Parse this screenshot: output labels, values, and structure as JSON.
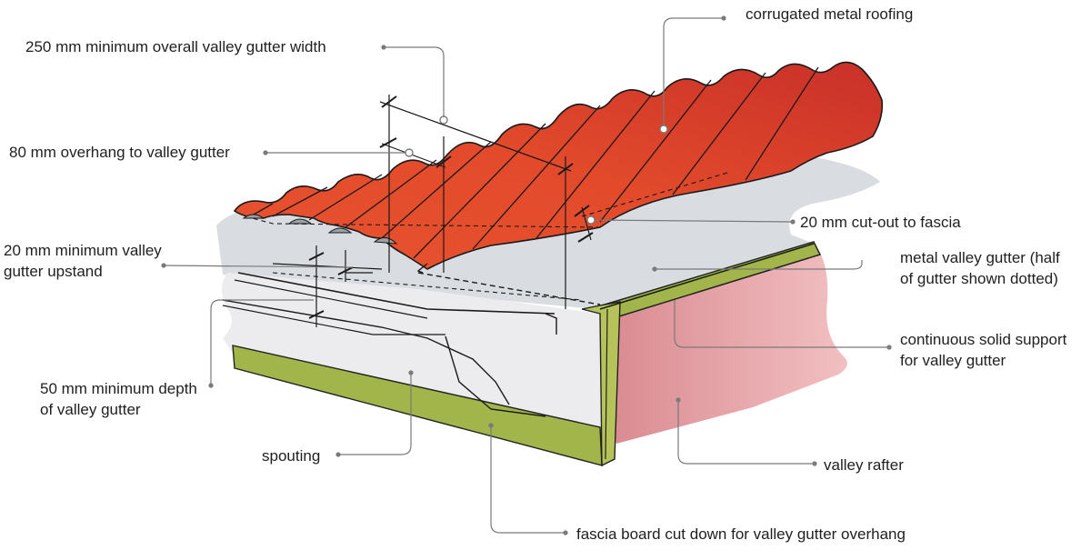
{
  "labels": {
    "roofing": "corrugated metal roofing",
    "overall_width": "250 mm minimum overall valley gutter width",
    "overhang": "80 mm overhang to valley gutter",
    "cutout": "20 mm cut-out to fascia",
    "upstand": [
      "20 mm minimum valley",
      "gutter upstand"
    ],
    "metal_gutter": [
      "metal valley gutter (half",
      "of gutter shown dotted)"
    ],
    "support": [
      "continuous solid support",
      "for valley gutter"
    ],
    "depth": [
      "50 mm minimum depth",
      "of valley gutter"
    ],
    "spouting": "spouting",
    "rafter": "valley rafter",
    "fascia": "fascia board cut down for valley gutter overhang"
  },
  "colors": {
    "roofing_red": "#e2472a",
    "roofing_dark": "#b8261b",
    "gutter_grey": "#d9dde1",
    "fascia_face": "#ececef",
    "board_green": "#a1b54a",
    "rafter_pink": "#e9a3a6",
    "leader": "#7a7a7a",
    "ink": "#1a1a1a"
  }
}
